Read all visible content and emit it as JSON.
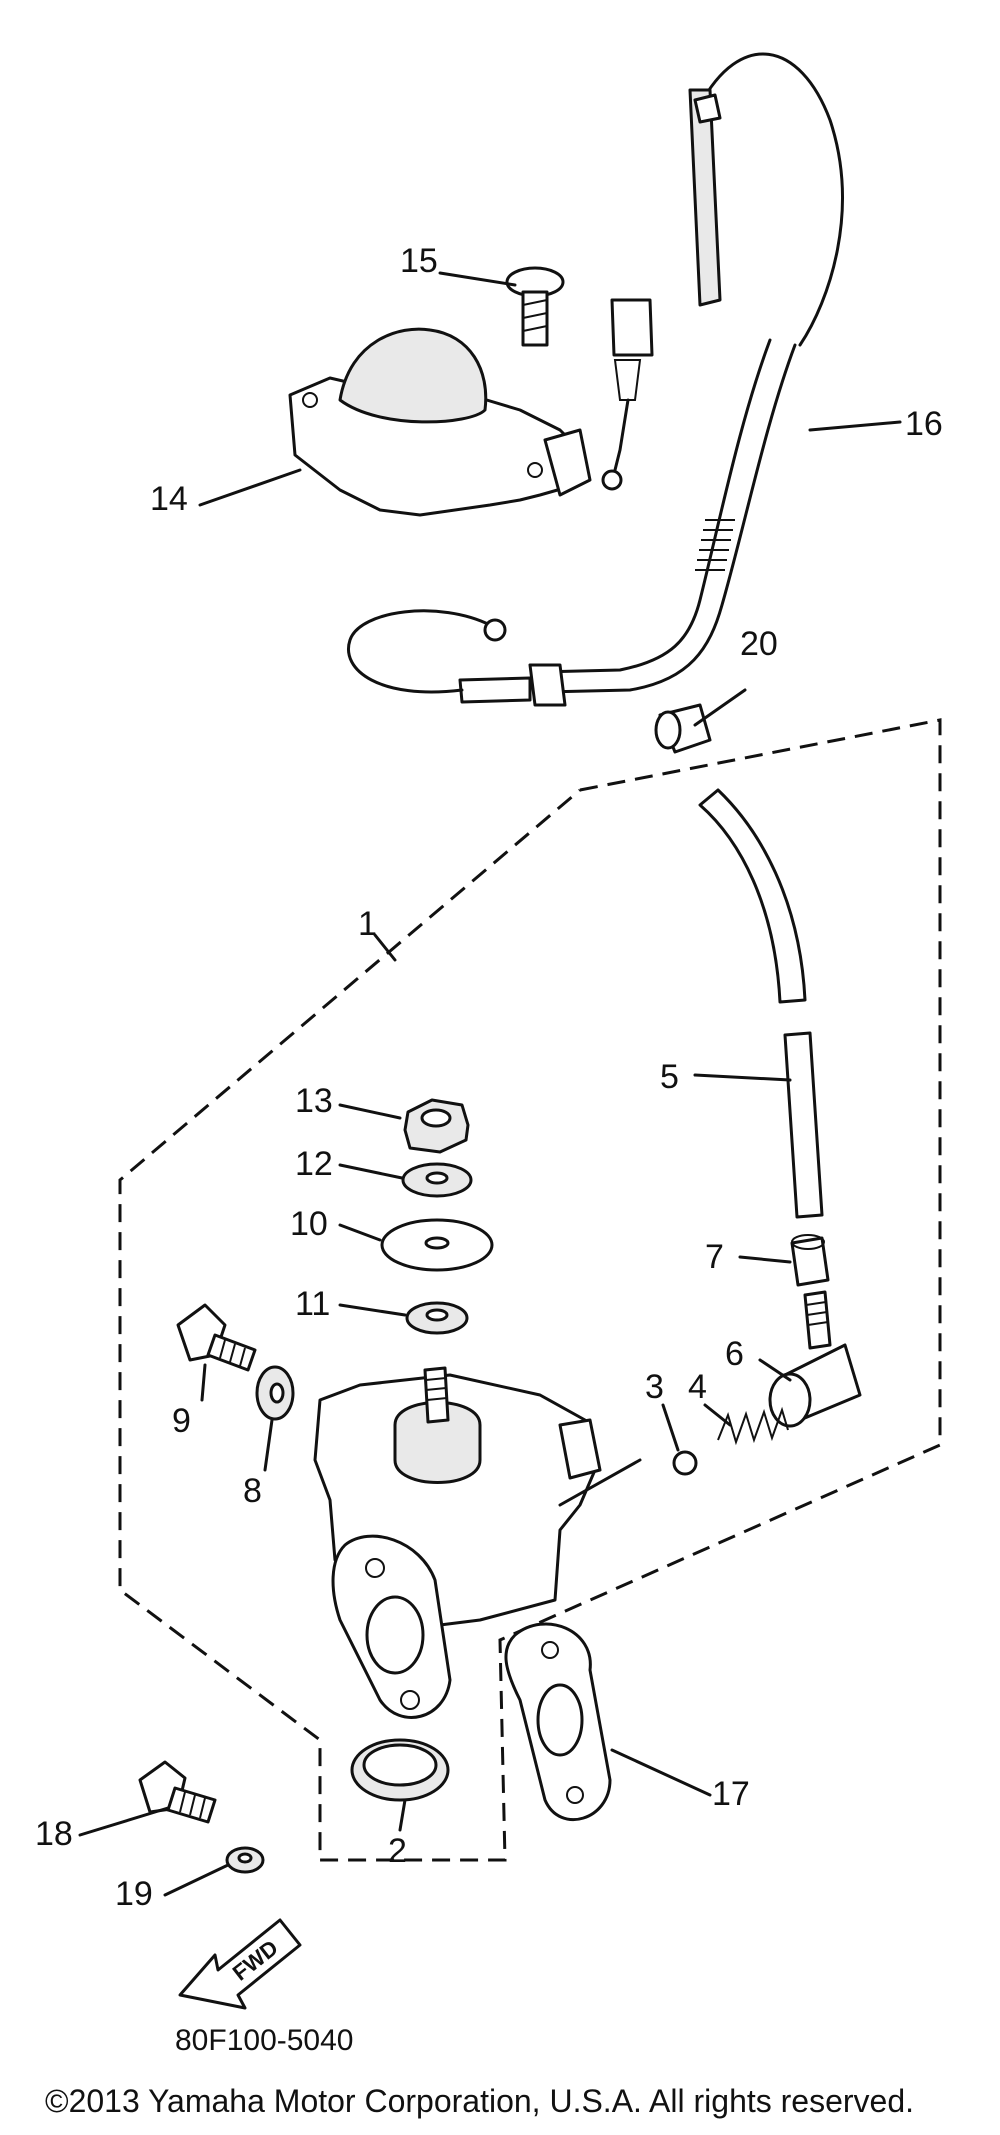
{
  "diagram_code": "80F100-5040",
  "copyright": "©2013 Yamaha Motor Corporation, U.S.A. All rights reserved.",
  "fwd_label": "FWD",
  "callouts": {
    "c1": "1",
    "c2": "2",
    "c3": "3",
    "c4": "4",
    "c5": "5",
    "c6": "6",
    "c7": "7",
    "c8": "8",
    "c9": "9",
    "c10": "10",
    "c11": "11",
    "c12": "12",
    "c13": "13",
    "c14": "14",
    "c15": "15",
    "c16": "16",
    "c17": "17",
    "c18": "18",
    "c19": "19",
    "c20": "20"
  }
}
